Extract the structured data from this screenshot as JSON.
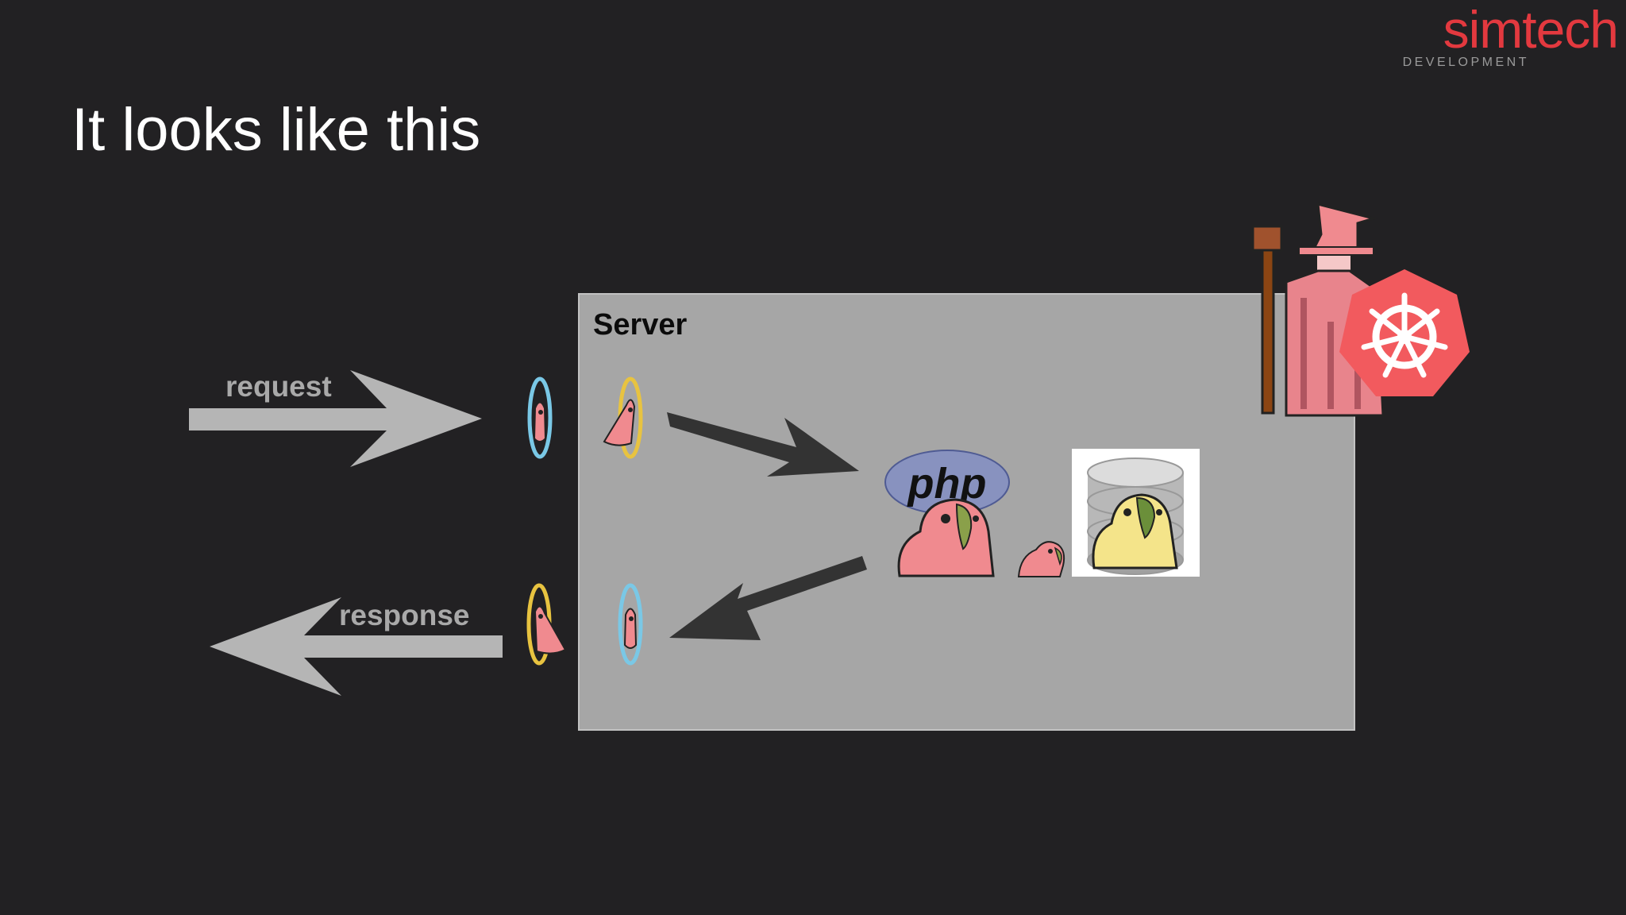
{
  "slide": {
    "title": "It looks like this"
  },
  "brand": {
    "name": "simtech",
    "subtitle": "DEVELOPMENT"
  },
  "diagram": {
    "server_label": "Server",
    "request_label": "request",
    "response_label": "response",
    "php_logo_text": "php"
  },
  "colors": {
    "background": "#222123",
    "server_box": "#a6a6a6",
    "light_arrow": "#b5b5b5",
    "dark_arrow": "#333333",
    "brand_red": "#e3393f",
    "kubernetes_red": "#f25a5e",
    "parrot_pink": "#f08a8f",
    "php_logo_blue": "#8892bf"
  },
  "icons": {
    "incoming_portal_parrot": "portal-parrot-icon",
    "php_parrot": "php-parrot-icon",
    "database_parrot": "database-parrot-icon",
    "wizard": "wizard-icon",
    "kubernetes": "kubernetes-icon"
  }
}
